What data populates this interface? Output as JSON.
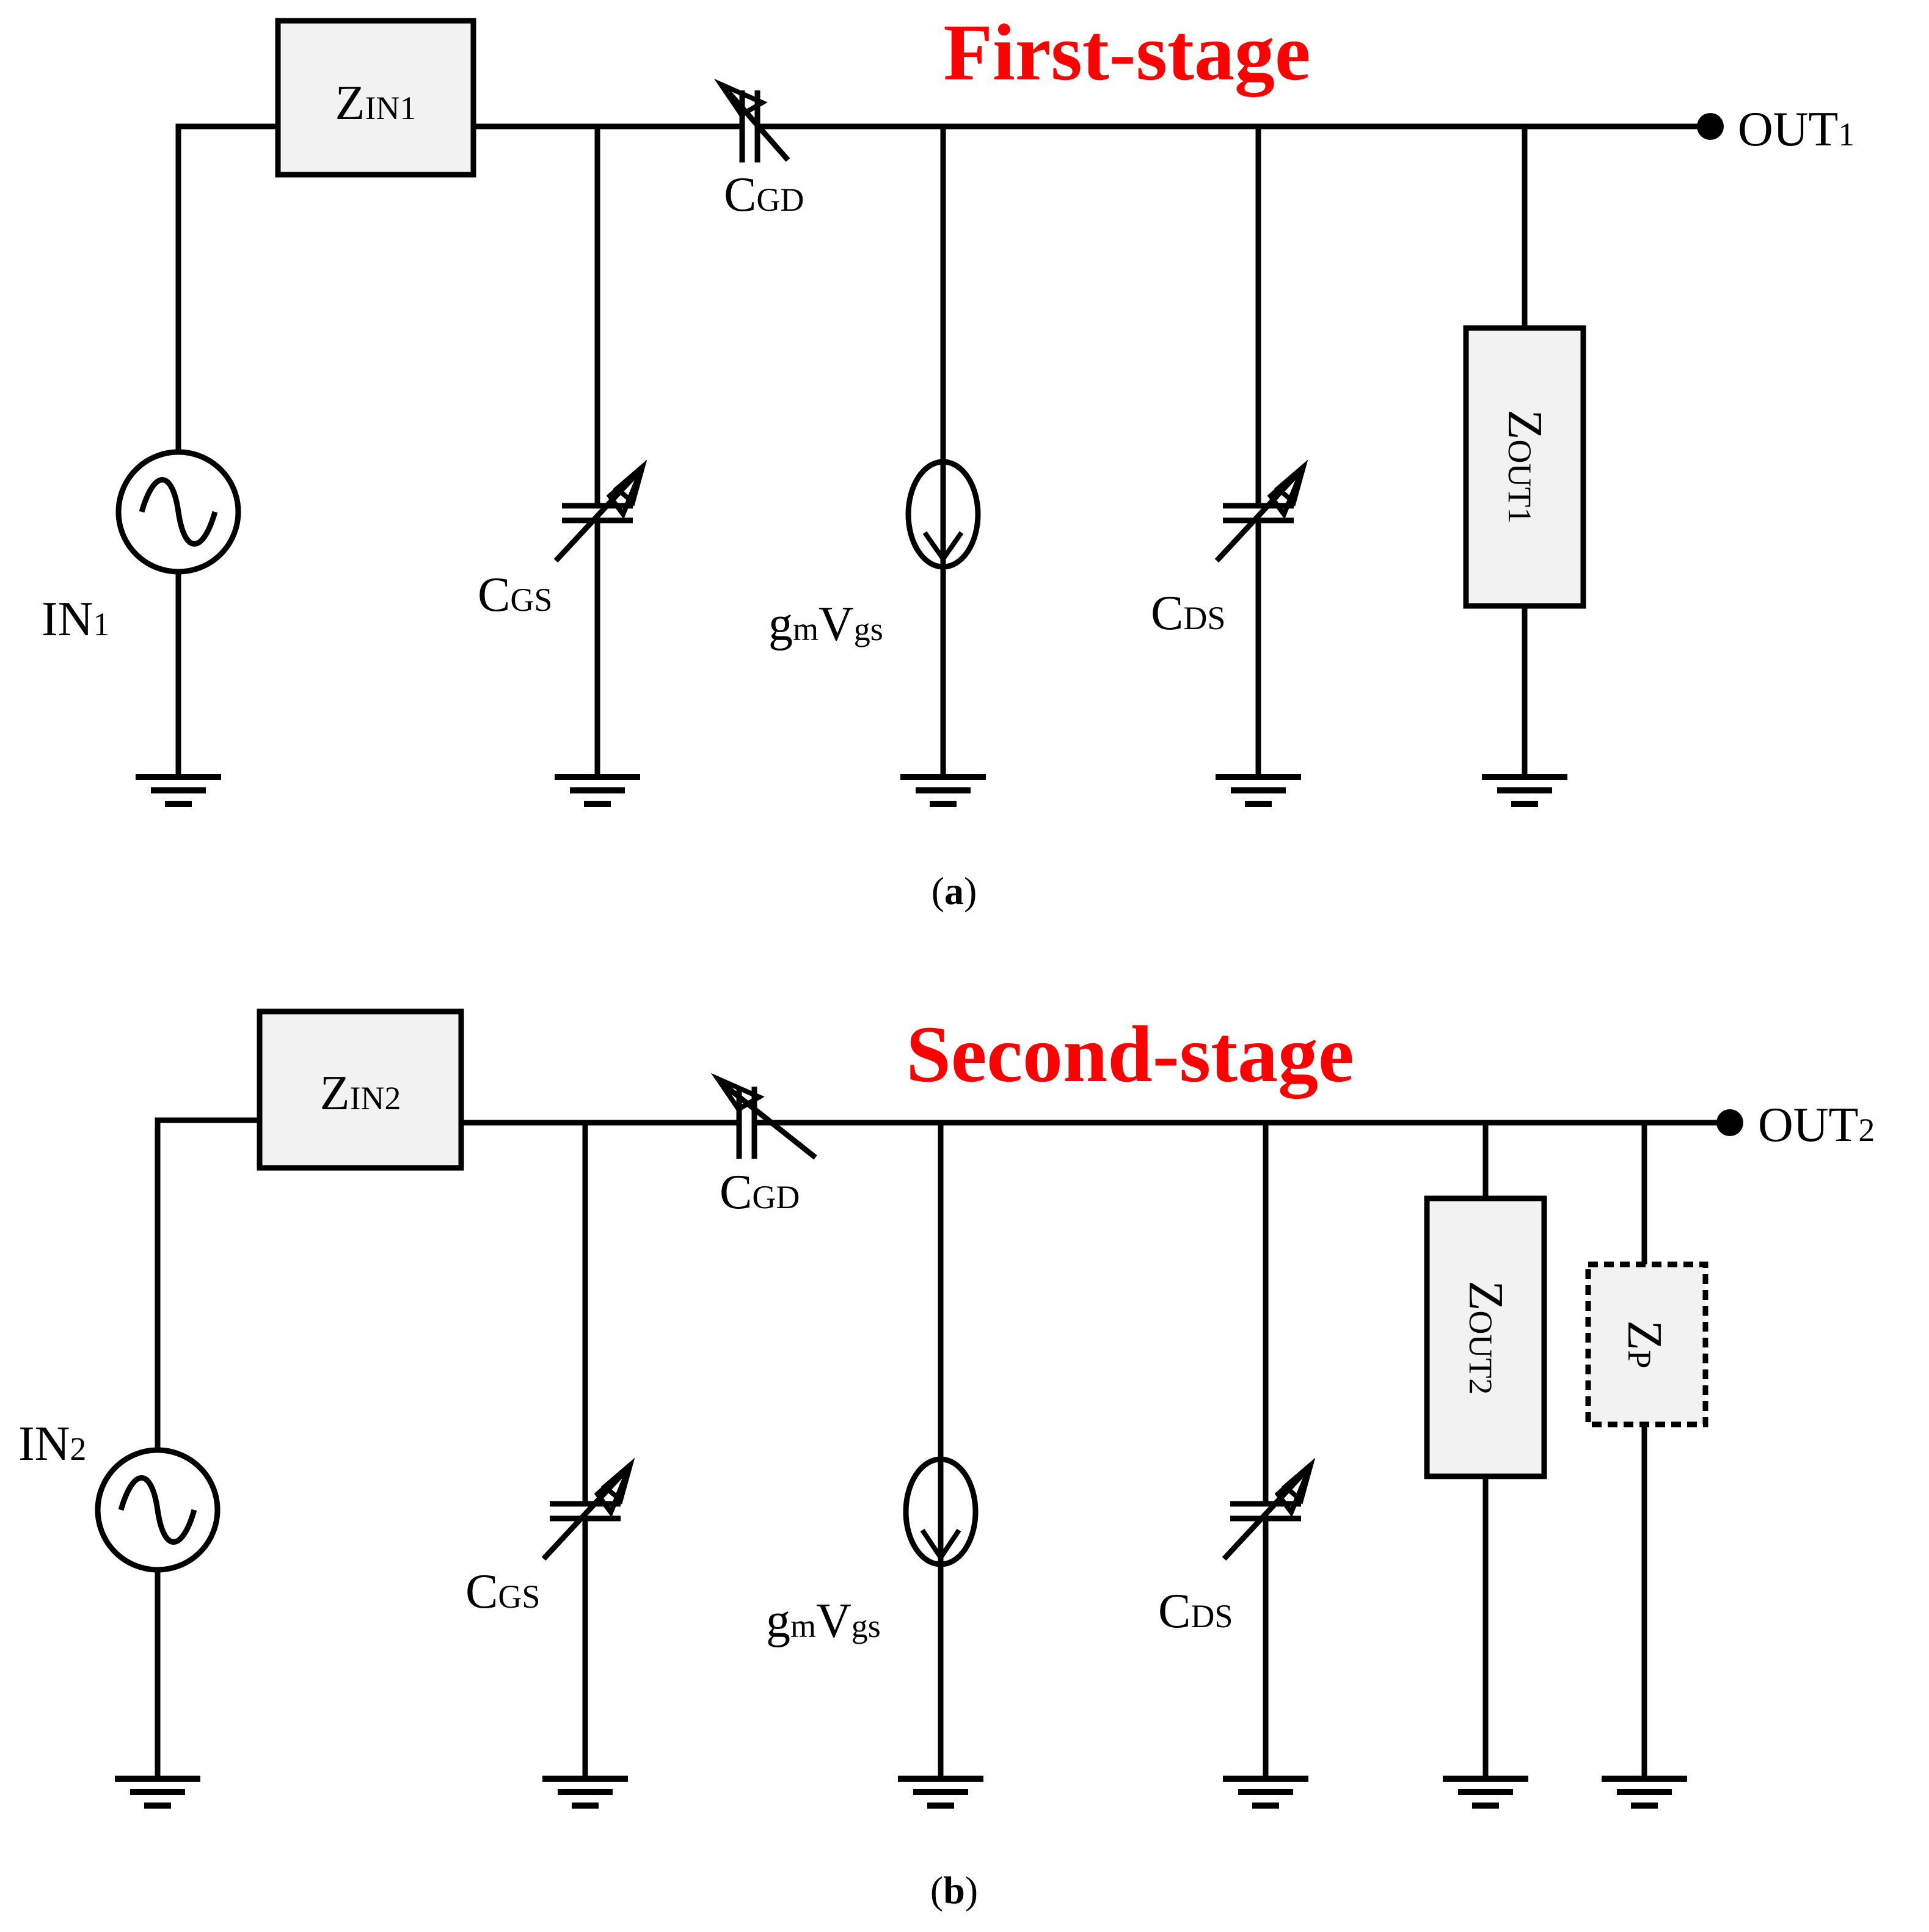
{
  "panel_a": {
    "title": "First-stage",
    "caption_letter": "a",
    "z_in": {
      "main": "Z",
      "sub": "IN1"
    },
    "c_gd": {
      "main": "C",
      "sub": "GD"
    },
    "c_gs": {
      "main": "C",
      "sub": "GS"
    },
    "gm_vgs": {
      "g": "g",
      "m": "m",
      "v": "V",
      "gs": "gs"
    },
    "c_ds": {
      "main": "C",
      "sub": "DS"
    },
    "z_out": {
      "main": "Z",
      "sub": "OUT1"
    },
    "out": {
      "main": "OUT",
      "sub": "1"
    },
    "in": {
      "main": "IN",
      "sub": "1"
    }
  },
  "panel_b": {
    "title": "Second-stage",
    "caption_letter": "b",
    "z_in": {
      "main": "Z",
      "sub": "IN2"
    },
    "c_gd": {
      "main": "C",
      "sub": "GD"
    },
    "c_gs": {
      "main": "C",
      "sub": "GS"
    },
    "gm_vgs": {
      "g": "g",
      "m": "m",
      "v": "V",
      "gs": "gs"
    },
    "c_ds": {
      "main": "C",
      "sub": "DS"
    },
    "z_out": {
      "main": "Z",
      "sub": "OUT2"
    },
    "z_p": {
      "main": "Z",
      "sub": "P"
    },
    "out": {
      "main": "OUT",
      "sub": "2"
    },
    "in": {
      "main": "IN",
      "sub": "2"
    }
  },
  "colors": {
    "title": "#ff0000",
    "box_fill": "#f2f2f2",
    "line": "#000000"
  }
}
